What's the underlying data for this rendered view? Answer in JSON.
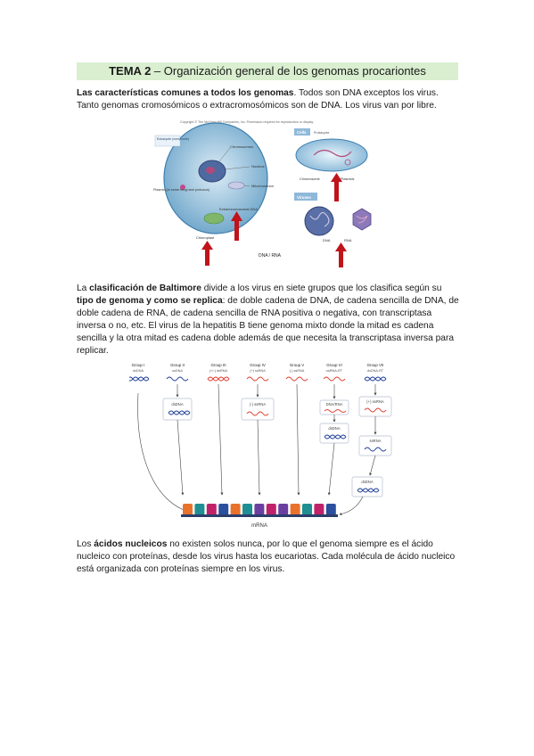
{
  "title": {
    "tema": "TEMA 2",
    "rest": " – Organización general de los genomas procariontes"
  },
  "p1": {
    "bold": "Las características comunes a todos los genomas",
    "rest": ". Todos son DNA exceptos los virus. Tanto genomas cromosómicos o extracromosómicos son de DNA. Los virus van por libre."
  },
  "fig1": {
    "copyright": "Copyright © The McGraw-Hill Companies, Inc. Permission required for reproduction or display.",
    "cells": "Cells",
    "prokaryote": "Prokaryote",
    "eukaryote": "Eukaryote (composite)",
    "chromosomes": "Chromosomes",
    "nucleus": "Nucleus",
    "mitochondrion": "Mitochondrion",
    "plasmid_euk": "Plasmid (in some fungi and protozoa)",
    "extrachromosomal": "Extrachromosomal DNA",
    "chloroplast": "Chloroplast",
    "chromosome": "Chromosome",
    "plasmids": "Plasmids",
    "viruses": "Viruses",
    "dna": "DNA",
    "rna": "RNA",
    "caption": "DNA / RNA"
  },
  "p2": {
    "pre": "La ",
    "bold1": "clasificación de Baltimore",
    "mid1": " divide a los virus en siete grupos que los clasifica según su ",
    "bold2": "tipo de genoma y como se replica",
    "rest": ": de doble cadena de DNA, de cadena sencilla de DNA, de doble cadena de RNA, de cadena sencilla de RNA positiva o negativa, con transcriptasa inversa o no, etc. El virus de la hepatitis B tiene genoma mixto donde la mitad es cadena sencilla y la otra mitad es cadena doble además de que necesita la transcriptasa inversa para replicar."
  },
  "fig2": {
    "groups": [
      {
        "name": "Group I",
        "type": "dsDNA"
      },
      {
        "name": "Group II",
        "type": "ssDNA"
      },
      {
        "name": "Group III",
        "type": "(+/-) dsRNA"
      },
      {
        "name": "Group IV",
        "type": "(+) ssRNA"
      },
      {
        "name": "Group V",
        "type": "(-) ssRNA"
      },
      {
        "name": "Group VI",
        "type": "ssRNA-RT"
      },
      {
        "name": "Group VII",
        "type": "dsDNA-RT"
      }
    ],
    "boxes": {
      "g2": "dsDNA",
      "g4": "(-) ssRNA",
      "g6a": "DNA/RNA",
      "g6b": "dsDNA",
      "g7a": "(+) ssRNA",
      "g7b": "ssRNA",
      "g7c": "dsDNA"
    },
    "mrna": "mRNA",
    "colors": {
      "dna": "#2b4a9b",
      "rna": "#e0483c",
      "seg_orange": "#e8722c",
      "seg_teal": "#1f8f93",
      "seg_magenta": "#c0226a",
      "seg_purple": "#6b3fa0",
      "seg_blue": "#2c4f9e"
    }
  },
  "p3": {
    "pre": "Los ",
    "bold": "ácidos nucleicos",
    "rest": " no existen solos nunca, por lo que el genoma siempre es el ácido nucleico con proteínas, desde los virus hasta los eucariotas. Cada molécula de ácido nucleico está organizada con proteínas siempre en los virus."
  }
}
